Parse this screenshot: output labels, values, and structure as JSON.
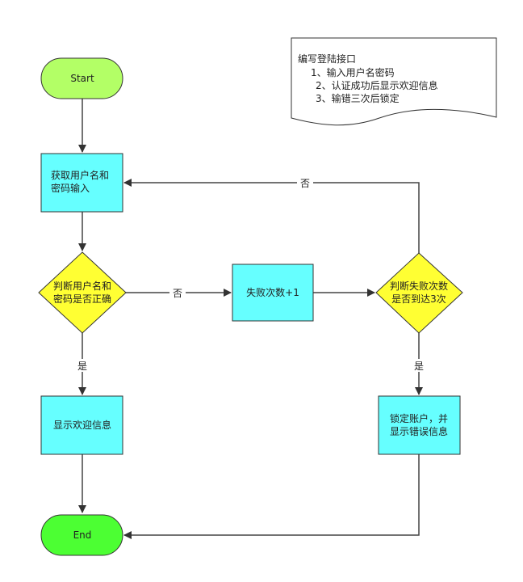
{
  "nodes": {
    "start": {
      "label": "Start"
    },
    "input": {
      "line1": "获取用户名和",
      "line2": "密码输入"
    },
    "check": {
      "line1": "判断用户名和",
      "line2": "密码是否正确"
    },
    "fail_count": {
      "label": "失败次数+1"
    },
    "check_three": {
      "line1": "判断失败次数",
      "line2": "是否到达3次"
    },
    "welcome": {
      "label": "显示欢迎信息"
    },
    "lock": {
      "line1": "锁定账户，并",
      "line2": "显示错误信息"
    },
    "end": {
      "label": "End"
    }
  },
  "edges": {
    "check_no": "否",
    "check_yes": "是",
    "three_no": "否",
    "three_yes": "是"
  },
  "note": {
    "title": "编写登陆接口",
    "item1": "1、输入用户名密码",
    "item2": "2、认证成功后显示欢迎信息",
    "item3": "3、输错三次后锁定"
  },
  "colors": {
    "start_fill": "#b3ff66",
    "end_fill": "#4cff33",
    "process_fill": "#66ffff",
    "decision_fill": "#ffff33",
    "stroke": "#333333",
    "connector": "#444444"
  }
}
